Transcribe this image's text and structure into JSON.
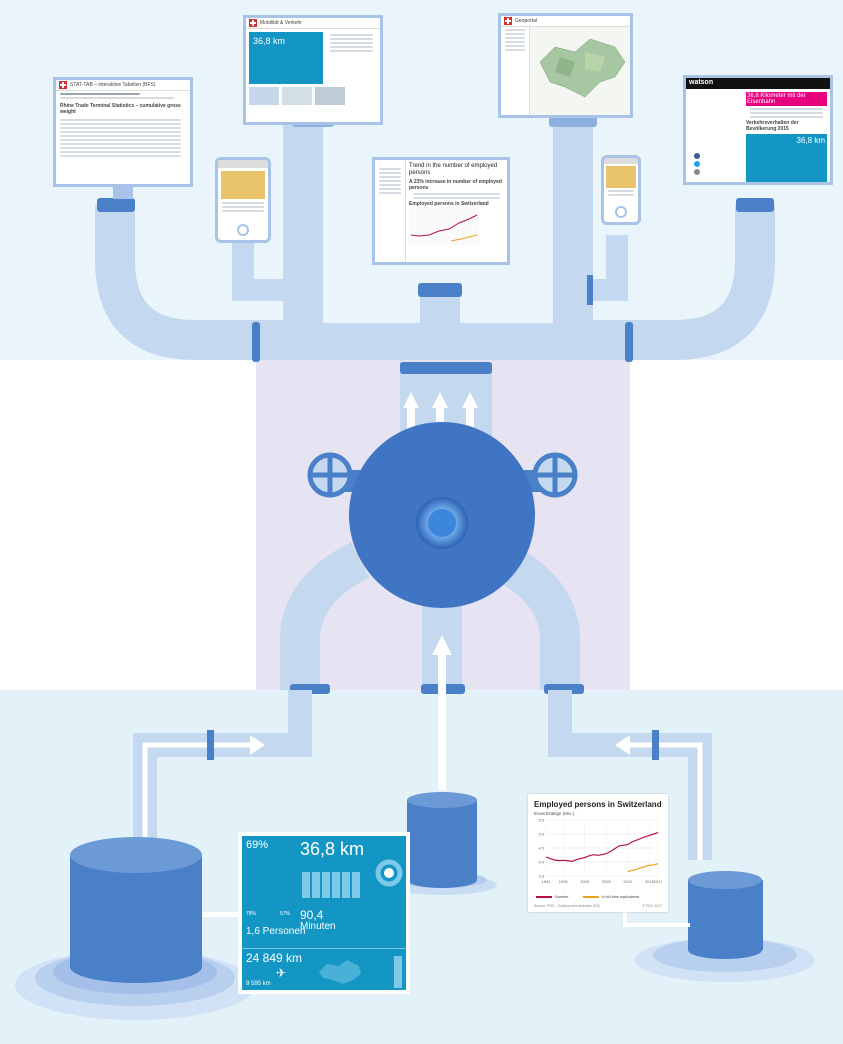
{
  "colors": {
    "pipe_light": "#c4d8ef",
    "pipe_dark": "#4a80c8",
    "sphere": "#3f75c2",
    "sphere_core": "#2b62b3",
    "bg_top": "#eaf4fb",
    "bg_mid": "#e6e3f3",
    "bg_bottom": "#e3f1f8",
    "screen_border": "#a9c3e8",
    "infographic_blue": "#1496c4",
    "series_total": "#b2124c",
    "series_fte": "#f0a020",
    "watson_pink": "#e6007e"
  },
  "screens": {
    "table_site": {
      "header": "STAT-TAB – interaktive Tabellen (BFS)",
      "table_title": "Rhine Trade Terminal Statistics – cumulative gross weight"
    },
    "report_site": {
      "header": "Mobilität & Verkehr",
      "big_number": "36,8 km"
    },
    "map_site": {
      "header": "Geoportal"
    },
    "watson_site": {
      "logo": "watson",
      "headline": "36,8 Kilometer mit der Eisenbahn",
      "subhead": "Verkehrsverhalten der Bevölkerung 2015",
      "big_number": "36,8 km"
    },
    "article_site": {
      "headline": "Trend in the number of employed persons",
      "subheadline": "A 23% increase in number of employed persons",
      "chart_title": "Employed persons in Switzerland"
    }
  },
  "infographic": {
    "pct_top": "69%",
    "big_distance": "36,8 km",
    "time_value": "90,4",
    "time_unit": "Minuten",
    "persons": "1,6 Personen",
    "long_distance": "24 849 km",
    "short_distance": "9 595 km",
    "pct_cars": "78%",
    "pct_small": "57%"
  },
  "chart_data": {
    "type": "line",
    "title": "Employed persons in Switzerland",
    "ylabel": "Erwerbstätige (Mio.)",
    "xlabel": "",
    "x": [
      1991,
      1992,
      1993,
      1994,
      1995,
      1996,
      1997,
      1998,
      1999,
      2000,
      2001,
      2002,
      2003,
      2004,
      2005,
      2006,
      2007,
      2008,
      2009,
      2010,
      2011,
      2012,
      2013,
      2014,
      2015,
      2016,
      2017
    ],
    "series": [
      {
        "name": "Number",
        "color": "#b2124c",
        "values": [
          4.18,
          4.12,
          4.07,
          4.05,
          4.06,
          4.05,
          4.02,
          4.08,
          4.12,
          4.16,
          4.22,
          4.26,
          4.24,
          4.26,
          4.3,
          4.38,
          4.48,
          4.58,
          4.6,
          4.62,
          4.72,
          4.78,
          4.84,
          4.9,
          4.95,
          5.0,
          5.05
        ]
      },
      {
        "name": "In full-time equivalents",
        "color": "#f0a020",
        "values": [
          null,
          null,
          null,
          null,
          null,
          null,
          null,
          null,
          null,
          null,
          null,
          null,
          null,
          null,
          null,
          null,
          null,
          null,
          null,
          3.66,
          3.7,
          3.74,
          3.79,
          3.84,
          3.88,
          3.9,
          3.94
        ]
      }
    ],
    "ylim": [
      3.5,
      5.5
    ],
    "yticks": [
      "3.5",
      "4.0",
      "4.5",
      "5.0",
      "5.5"
    ],
    "xticks": [
      "1991",
      "1995",
      "2000",
      "2005",
      "2010",
      "2015",
      "2017"
    ],
    "source": "Source: FSO – Employment statistics (ES)",
    "date": "© FSO 2017",
    "grid": true,
    "legend_position": "bottom"
  }
}
